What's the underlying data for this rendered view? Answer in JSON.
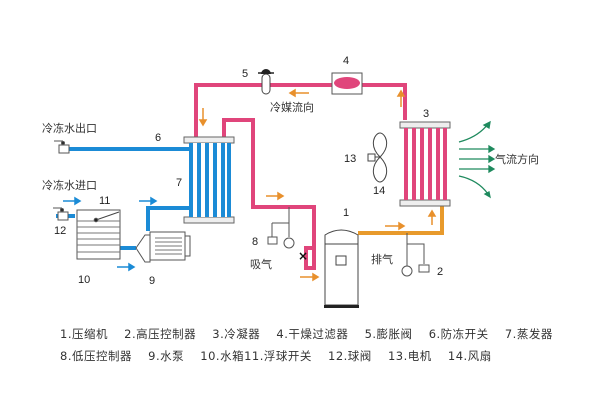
{
  "diagram": {
    "title": "",
    "colors": {
      "refrigerant_high": "#e0457b",
      "refrigerant_discharge": "#e89a2c",
      "water": "#1b8bd6",
      "airflow": "#1f8a5e",
      "flow_arrow": "#e8902c"
    },
    "labels": {
      "chilled_water_out": "冷冻水出口",
      "chilled_water_in": "冷冻水进口",
      "refrigerant_flow": "冷媒流向",
      "airflow_direction": "气流方向",
      "suction": "吸气",
      "discharge": "排气"
    },
    "numbers": {
      "n1": "1",
      "n2": "2",
      "n3": "3",
      "n4": "4",
      "n5": "5",
      "n6": "6",
      "n7": "7",
      "n8": "8",
      "n9": "9",
      "n10": "10",
      "n11": "11",
      "n12": "12",
      "n13": "13",
      "n14": "14"
    },
    "legend": {
      "row1": [
        "1.压缩机",
        "2.高压控制器",
        "3.冷凝器",
        "4.干燥过滤器",
        "5.膨胀阀",
        "6.防冻开关",
        "7.蒸发器"
      ],
      "row2": [
        "8.低压控制器",
        "9.水泵",
        "10.水箱11.浮球开关",
        "12.球阀",
        "13.电机",
        "14.风扇"
      ]
    }
  }
}
